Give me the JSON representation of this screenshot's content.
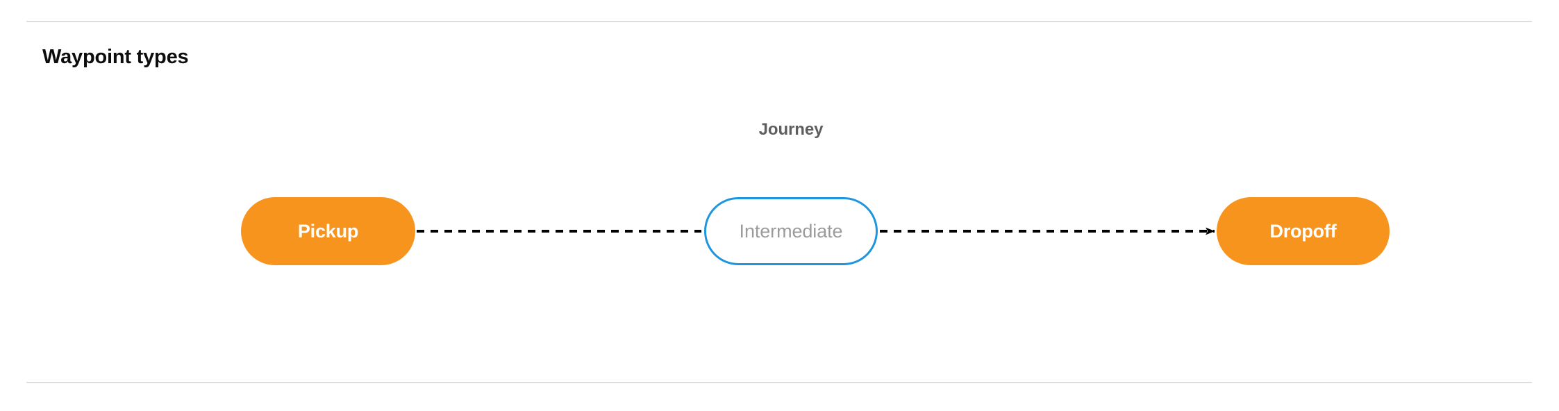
{
  "section": {
    "title": "Waypoint types"
  },
  "diagram": {
    "cluster_label": "Journey",
    "nodes": [
      {
        "id": "pickup",
        "label": "Pickup",
        "kind": "terminal"
      },
      {
        "id": "intermediate",
        "label": "Intermediate",
        "kind": "waypoint"
      },
      {
        "id": "dropoff",
        "label": "Dropoff",
        "kind": "terminal"
      }
    ],
    "edges": [
      {
        "from": "pickup",
        "to": "intermediate",
        "style": "dashed",
        "arrowhead": false
      },
      {
        "from": "intermediate",
        "to": "dropoff",
        "style": "dashed",
        "arrowhead": true
      }
    ],
    "colors": {
      "terminal_fill": "#f7941e",
      "terminal_text": "#ffffff",
      "waypoint_border": "#1e95dc",
      "waypoint_fill": "#ffffff",
      "waypoint_text": "#9b9b9b",
      "cluster_label_text": "#5e5e5e",
      "edge": "#000000",
      "divider": "#dddddd",
      "title_text": "#0d0d0d"
    }
  }
}
